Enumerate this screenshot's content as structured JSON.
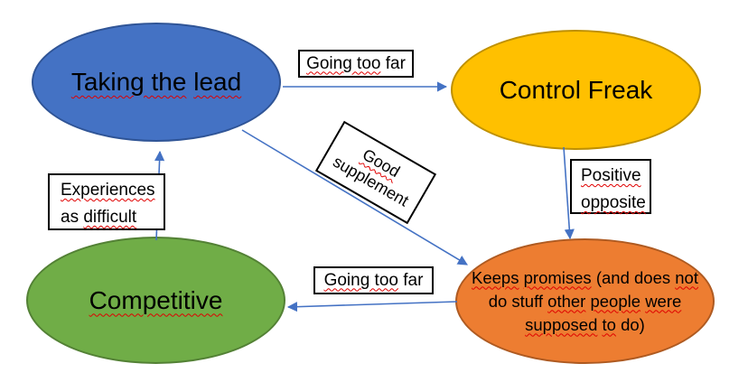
{
  "background": "#ffffff",
  "colors": {
    "arrow": "#4472c4",
    "spellcheck_squiggle": "#e00000",
    "label_box_fill": "#ffffff",
    "label_box_border": "#000000",
    "text": "#000000"
  },
  "nodes": {
    "taking_the_lead": {
      "text": "Taking the lead",
      "fill": "#4472c4",
      "border": "#2f5496",
      "lines": [
        [
          {
            "t": "Taking the",
            "w": true
          },
          {
            "t": " ",
            "w": false
          },
          {
            "t": "lead",
            "w": true
          }
        ]
      ]
    },
    "control_freak": {
      "text": "Control Freak",
      "fill": "#ffc000",
      "border": "#bf9000",
      "lines": [
        [
          {
            "t": "Control Freak",
            "w": false
          }
        ]
      ]
    },
    "competitive": {
      "text": "Competitive",
      "fill": "#70ad47",
      "border": "#538135",
      "lines": [
        [
          {
            "t": "Competitive",
            "w": true
          }
        ]
      ]
    },
    "keeps_promises": {
      "text": "Keeps promises (and does not do stuff other people were supposed to do)",
      "fill": "#ed7d31",
      "border": "#ae5a21",
      "lines": [
        [
          {
            "t": "Keeps",
            "w": true
          },
          {
            "t": " ",
            "w": false
          },
          {
            "t": "promises",
            "w": true
          },
          {
            "t": " (and does ",
            "w": false
          },
          {
            "t": "not",
            "w": true
          }
        ],
        [
          {
            "t": "do stuff ",
            "w": false
          },
          {
            "t": "other",
            "w": true
          },
          {
            "t": " ",
            "w": false
          },
          {
            "t": "people",
            "w": true
          },
          {
            "t": " ",
            "w": false
          },
          {
            "t": "were",
            "w": true
          }
        ],
        [
          {
            "t": "supposed",
            "w": true
          },
          {
            "t": " ",
            "w": false
          },
          {
            "t": "to",
            "w": true
          },
          {
            "t": " do)",
            "w": false
          }
        ]
      ]
    }
  },
  "labels": {
    "going_too_far_top": {
      "text": "Going too far",
      "lines": [
        [
          {
            "t": "Going too",
            "w": true
          },
          {
            "t": " far",
            "w": false
          }
        ]
      ]
    },
    "good_supplement": {
      "text": "Good supplement",
      "lines": [
        [
          {
            "t": "Good",
            "w": true
          }
        ],
        [
          {
            "t": "supplement",
            "w": false
          }
        ]
      ]
    },
    "positive_opposite": {
      "text": "Positive opposite",
      "lines": [
        [
          {
            "t": "Positive",
            "w": true
          }
        ],
        [
          {
            "t": "opposite",
            "w": true
          }
        ]
      ]
    },
    "experiences_as_difficult": {
      "text": "Experiences as difficult",
      "lines": [
        [
          {
            "t": "Experiences",
            "w": true
          }
        ],
        [
          {
            "t": "as ",
            "w": false
          },
          {
            "t": "difficult",
            "w": true
          }
        ]
      ]
    },
    "going_too_far_bottom": {
      "text": "Going too far",
      "lines": [
        [
          {
            "t": "Going too",
            "w": true
          },
          {
            "t": " far",
            "w": false
          }
        ]
      ]
    }
  },
  "arrows": [
    {
      "name": "taking-the-lead-to-control-freak",
      "label": "Going too far"
    },
    {
      "name": "control-freak-to-keeps-promises",
      "label": "Positive opposite"
    },
    {
      "name": "competitive-to-taking-the-lead",
      "label": "Experiences as difficult"
    },
    {
      "name": "keeps-promises-to-competitive",
      "label": "Going too far"
    },
    {
      "name": "taking-the-lead-to-keeps-promises",
      "label": "Good supplement"
    }
  ]
}
